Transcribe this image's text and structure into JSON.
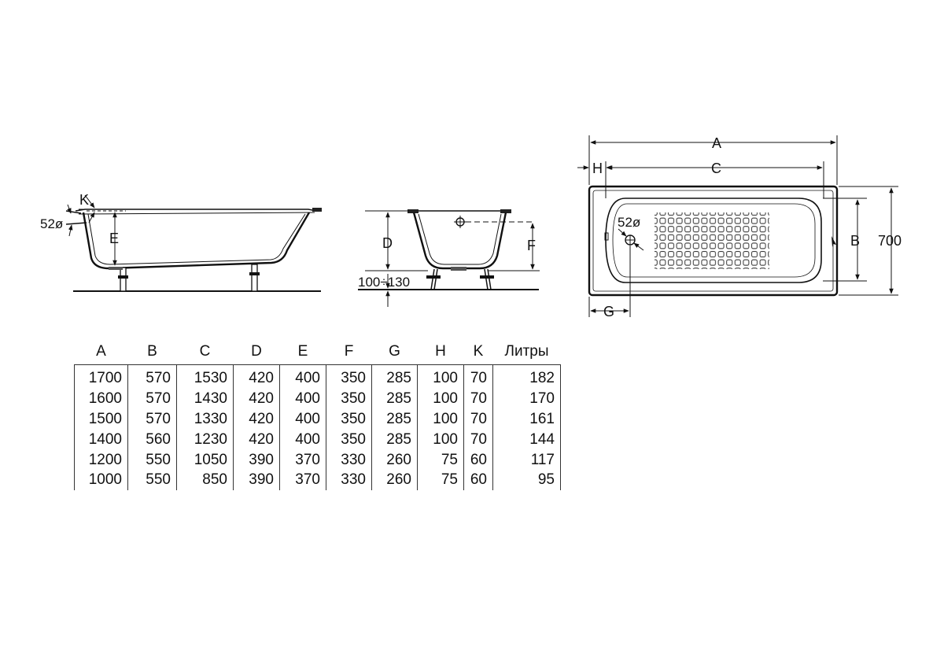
{
  "side_view": {
    "label_k": "K",
    "label_e": "E",
    "label_overflow": "52ø"
  },
  "end_view": {
    "label_d": "D",
    "label_f": "F",
    "label_leg_height": "100÷130"
  },
  "top_view": {
    "label_a": "A",
    "label_h": "H",
    "label_c": "C",
    "label_b": "B",
    "label_width": "700",
    "label_g": "G",
    "label_drain": "52ø"
  },
  "table": {
    "headers": [
      "A",
      "B",
      "C",
      "D",
      "E",
      "F",
      "G",
      "H",
      "K",
      "Литры"
    ],
    "rows": [
      [
        "1700",
        "570",
        "1530",
        "420",
        "400",
        "350",
        "285",
        "100",
        "70",
        "182"
      ],
      [
        "1600",
        "570",
        "1430",
        "420",
        "400",
        "350",
        "285",
        "100",
        "70",
        "170"
      ],
      [
        "1500",
        "570",
        "1330",
        "420",
        "400",
        "350",
        "285",
        "100",
        "70",
        "161"
      ],
      [
        "1400",
        "560",
        "1230",
        "420",
        "400",
        "350",
        "285",
        "100",
        "70",
        "144"
      ],
      [
        "1200",
        "550",
        "1050",
        "390",
        "370",
        "330",
        "260",
        "75",
        "60",
        "117"
      ],
      [
        "1000",
        "550",
        "850",
        "390",
        "370",
        "330",
        "260",
        "75",
        "60",
        "95"
      ]
    ]
  }
}
